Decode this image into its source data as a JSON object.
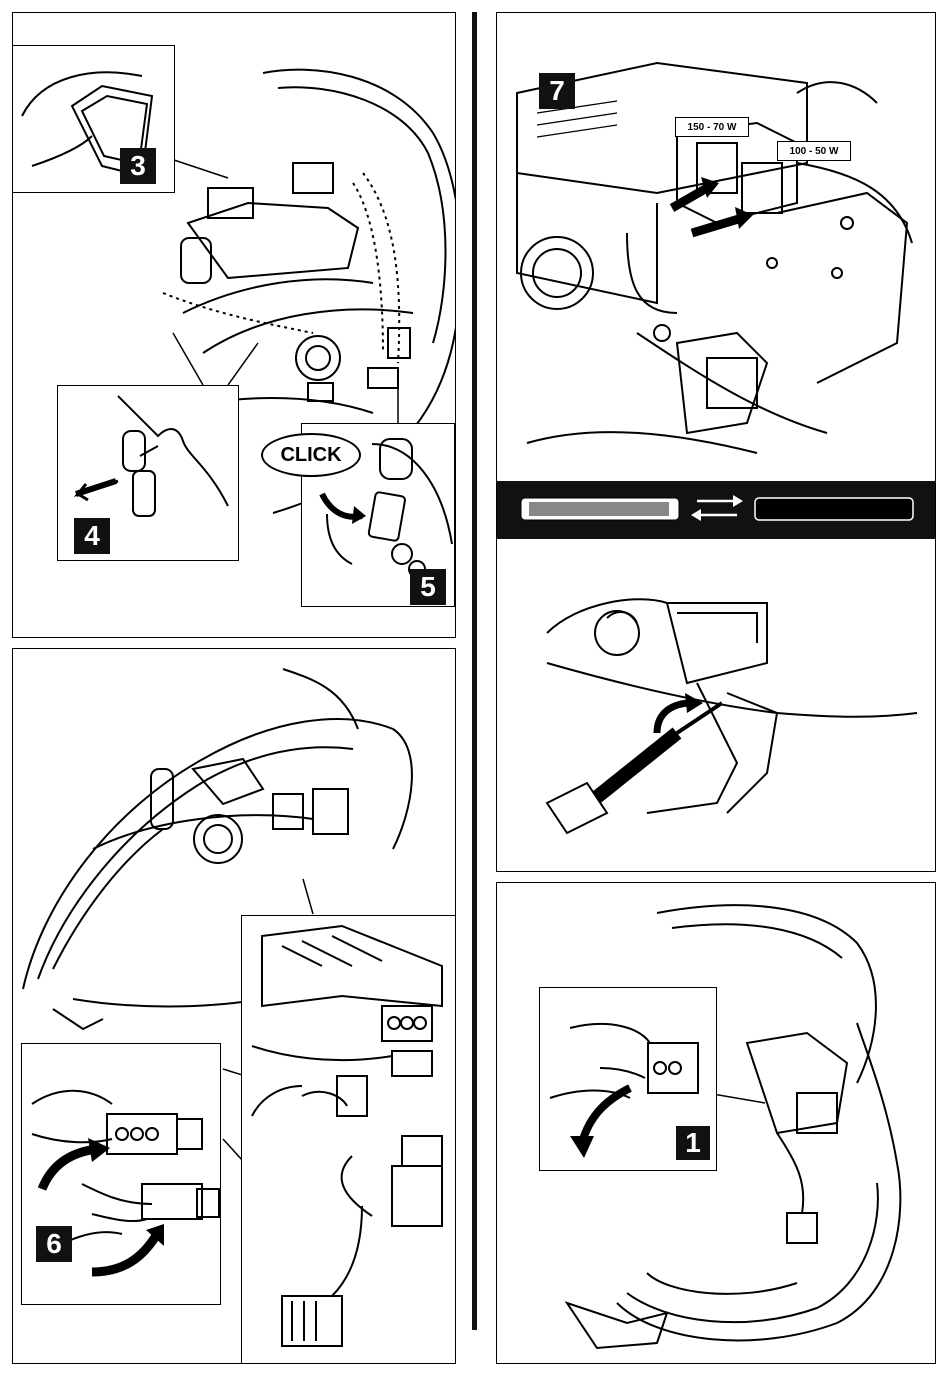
{
  "steps": {
    "s1": "1",
    "s3": "3",
    "s4": "4",
    "s5": "5",
    "s6": "6",
    "s7": "7"
  },
  "callouts": {
    "click": "CLICK",
    "wattage_high": "150 - 70 W",
    "wattage_low": "100 - 50 W"
  }
}
